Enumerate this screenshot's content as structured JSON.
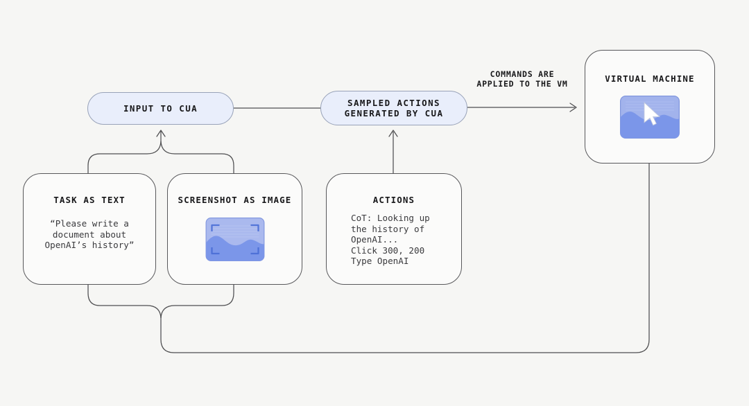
{
  "colors": {
    "background": "#f6f6f4",
    "pill_fill": "#e9eefb",
    "pill_border": "#98a2b8",
    "box_fill": "#fbfbfa",
    "box_border": "#57575a",
    "line": "#4e4e50",
    "title_text": "#18181a",
    "body_text": "#3a3a3d",
    "thumb_bg": "#aab9ee",
    "thumb_bg_vm": "#a2b3ec",
    "thumb_mountain": "#7b96e9",
    "thumb_border": "#8096de",
    "bracket": "#4a6ed6",
    "cursor_fill": "#ffffff"
  },
  "nodes": {
    "input_pill": {
      "label": "INPUT TO CUA"
    },
    "sampled_pill": {
      "label": "SAMPLED ACTIONS\nGENERATED BY CUA"
    },
    "commands_label": "COMMANDS ARE\nAPPLIED TO THE VM",
    "vm_box": {
      "title": "VIRTUAL MACHINE",
      "thumbnail": "vm-screen-thumbnail-with-cursor"
    },
    "task_box": {
      "title": "TASK AS TEXT",
      "body": "“Please write a\ndocument about\nOpenAI’s history”"
    },
    "screenshot_box": {
      "title": "SCREENSHOT AS IMAGE",
      "thumbnail": "screenshot-thumbnail-with-crop-marks"
    },
    "actions_box": {
      "title": "ACTIONS",
      "body": "CoT: Looking up\nthe history of\nOpenAI...\nClick 300, 200\nType OpenAI"
    }
  }
}
